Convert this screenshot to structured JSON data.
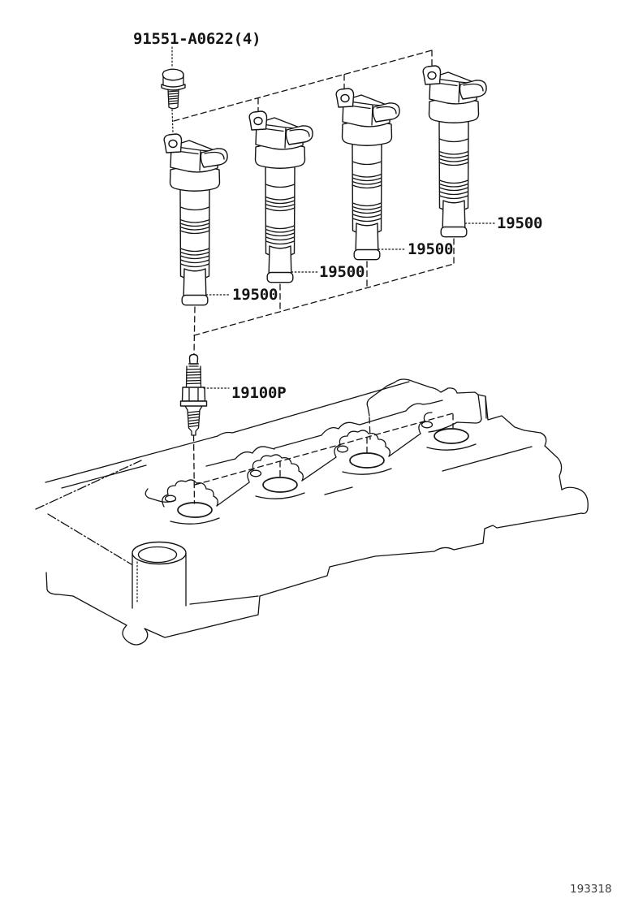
{
  "diagram": {
    "figure_code": "193318",
    "parts": {
      "bolt": {
        "label": "91551-A0622(4)"
      },
      "coil_1": {
        "label": "19500"
      },
      "coil_2": {
        "label": "19500"
      },
      "coil_3": {
        "label": "19500"
      },
      "coil_4": {
        "label": "19500"
      },
      "spark_plug": {
        "label": "19100P"
      }
    },
    "colors": {
      "line": "#141414",
      "background": "#ffffff",
      "figure_code": "#3d3d3d"
    }
  }
}
